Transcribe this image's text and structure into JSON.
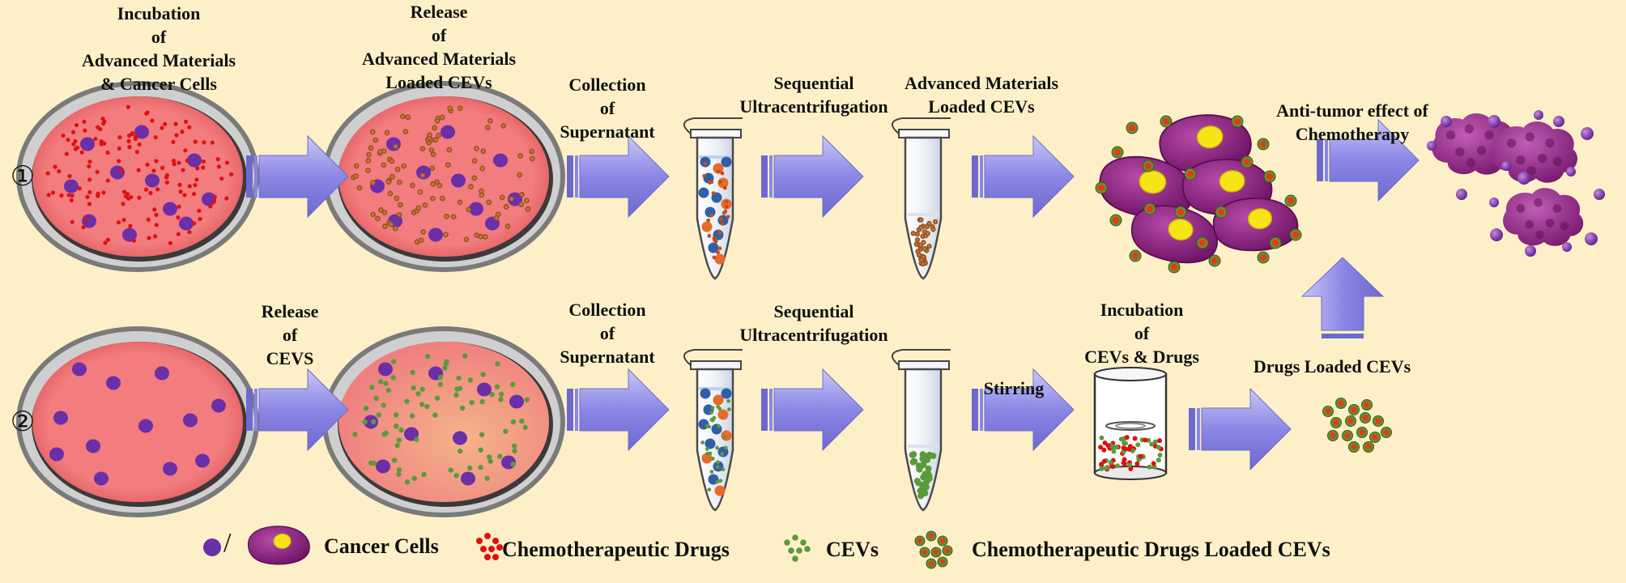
{
  "rows": {
    "row1_marker": "①",
    "row2_marker": "②"
  },
  "row1": {
    "incubation": [
      "Incubation",
      "of",
      "Advanced Materials",
      "& Cancer Cells"
    ],
    "release": [
      "Release",
      "of",
      "Advanced Materials",
      "Loaded CEVs"
    ],
    "collection": [
      "Collection",
      "of",
      "Supernatant"
    ],
    "ultracentrifugation": [
      "Sequential",
      "Ultracentrifugation"
    ],
    "loaded": [
      "Advanced Materials",
      "Loaded CEVs"
    ],
    "antitumor": [
      "Anti-tumor effect of",
      "Chemotherapy"
    ]
  },
  "row2": {
    "release": [
      "Release",
      "of",
      "CEVS"
    ],
    "collection": [
      "Collection",
      "of",
      "Supernatant"
    ],
    "ultracentrifugation": [
      "Sequential",
      "Ultracentrifugation"
    ],
    "stirring": "Stirring",
    "incubation": [
      "Incubation",
      "of",
      "CEVs & Drugs"
    ],
    "drugs_loaded": "Drugs Loaded CEVs"
  },
  "legend": {
    "separator": "/",
    "cancer_cells": "Cancer Cells",
    "chemo_drugs": "Chemotherapeutic Drugs",
    "cevs": "CEVs",
    "drug_loaded_cevs": "Chemotherapeutic Drugs Loaded CEVs"
  },
  "colors": {
    "background": "#fdf0c8",
    "dish_fill": "#f07a7c",
    "cell": "#6b2fa8",
    "drug": "#e01010",
    "cev": "#5b9a3c",
    "arrow": "#9a98e8",
    "cancer_cell_body": "#8a1f80",
    "nucleus": "#f4e418"
  }
}
